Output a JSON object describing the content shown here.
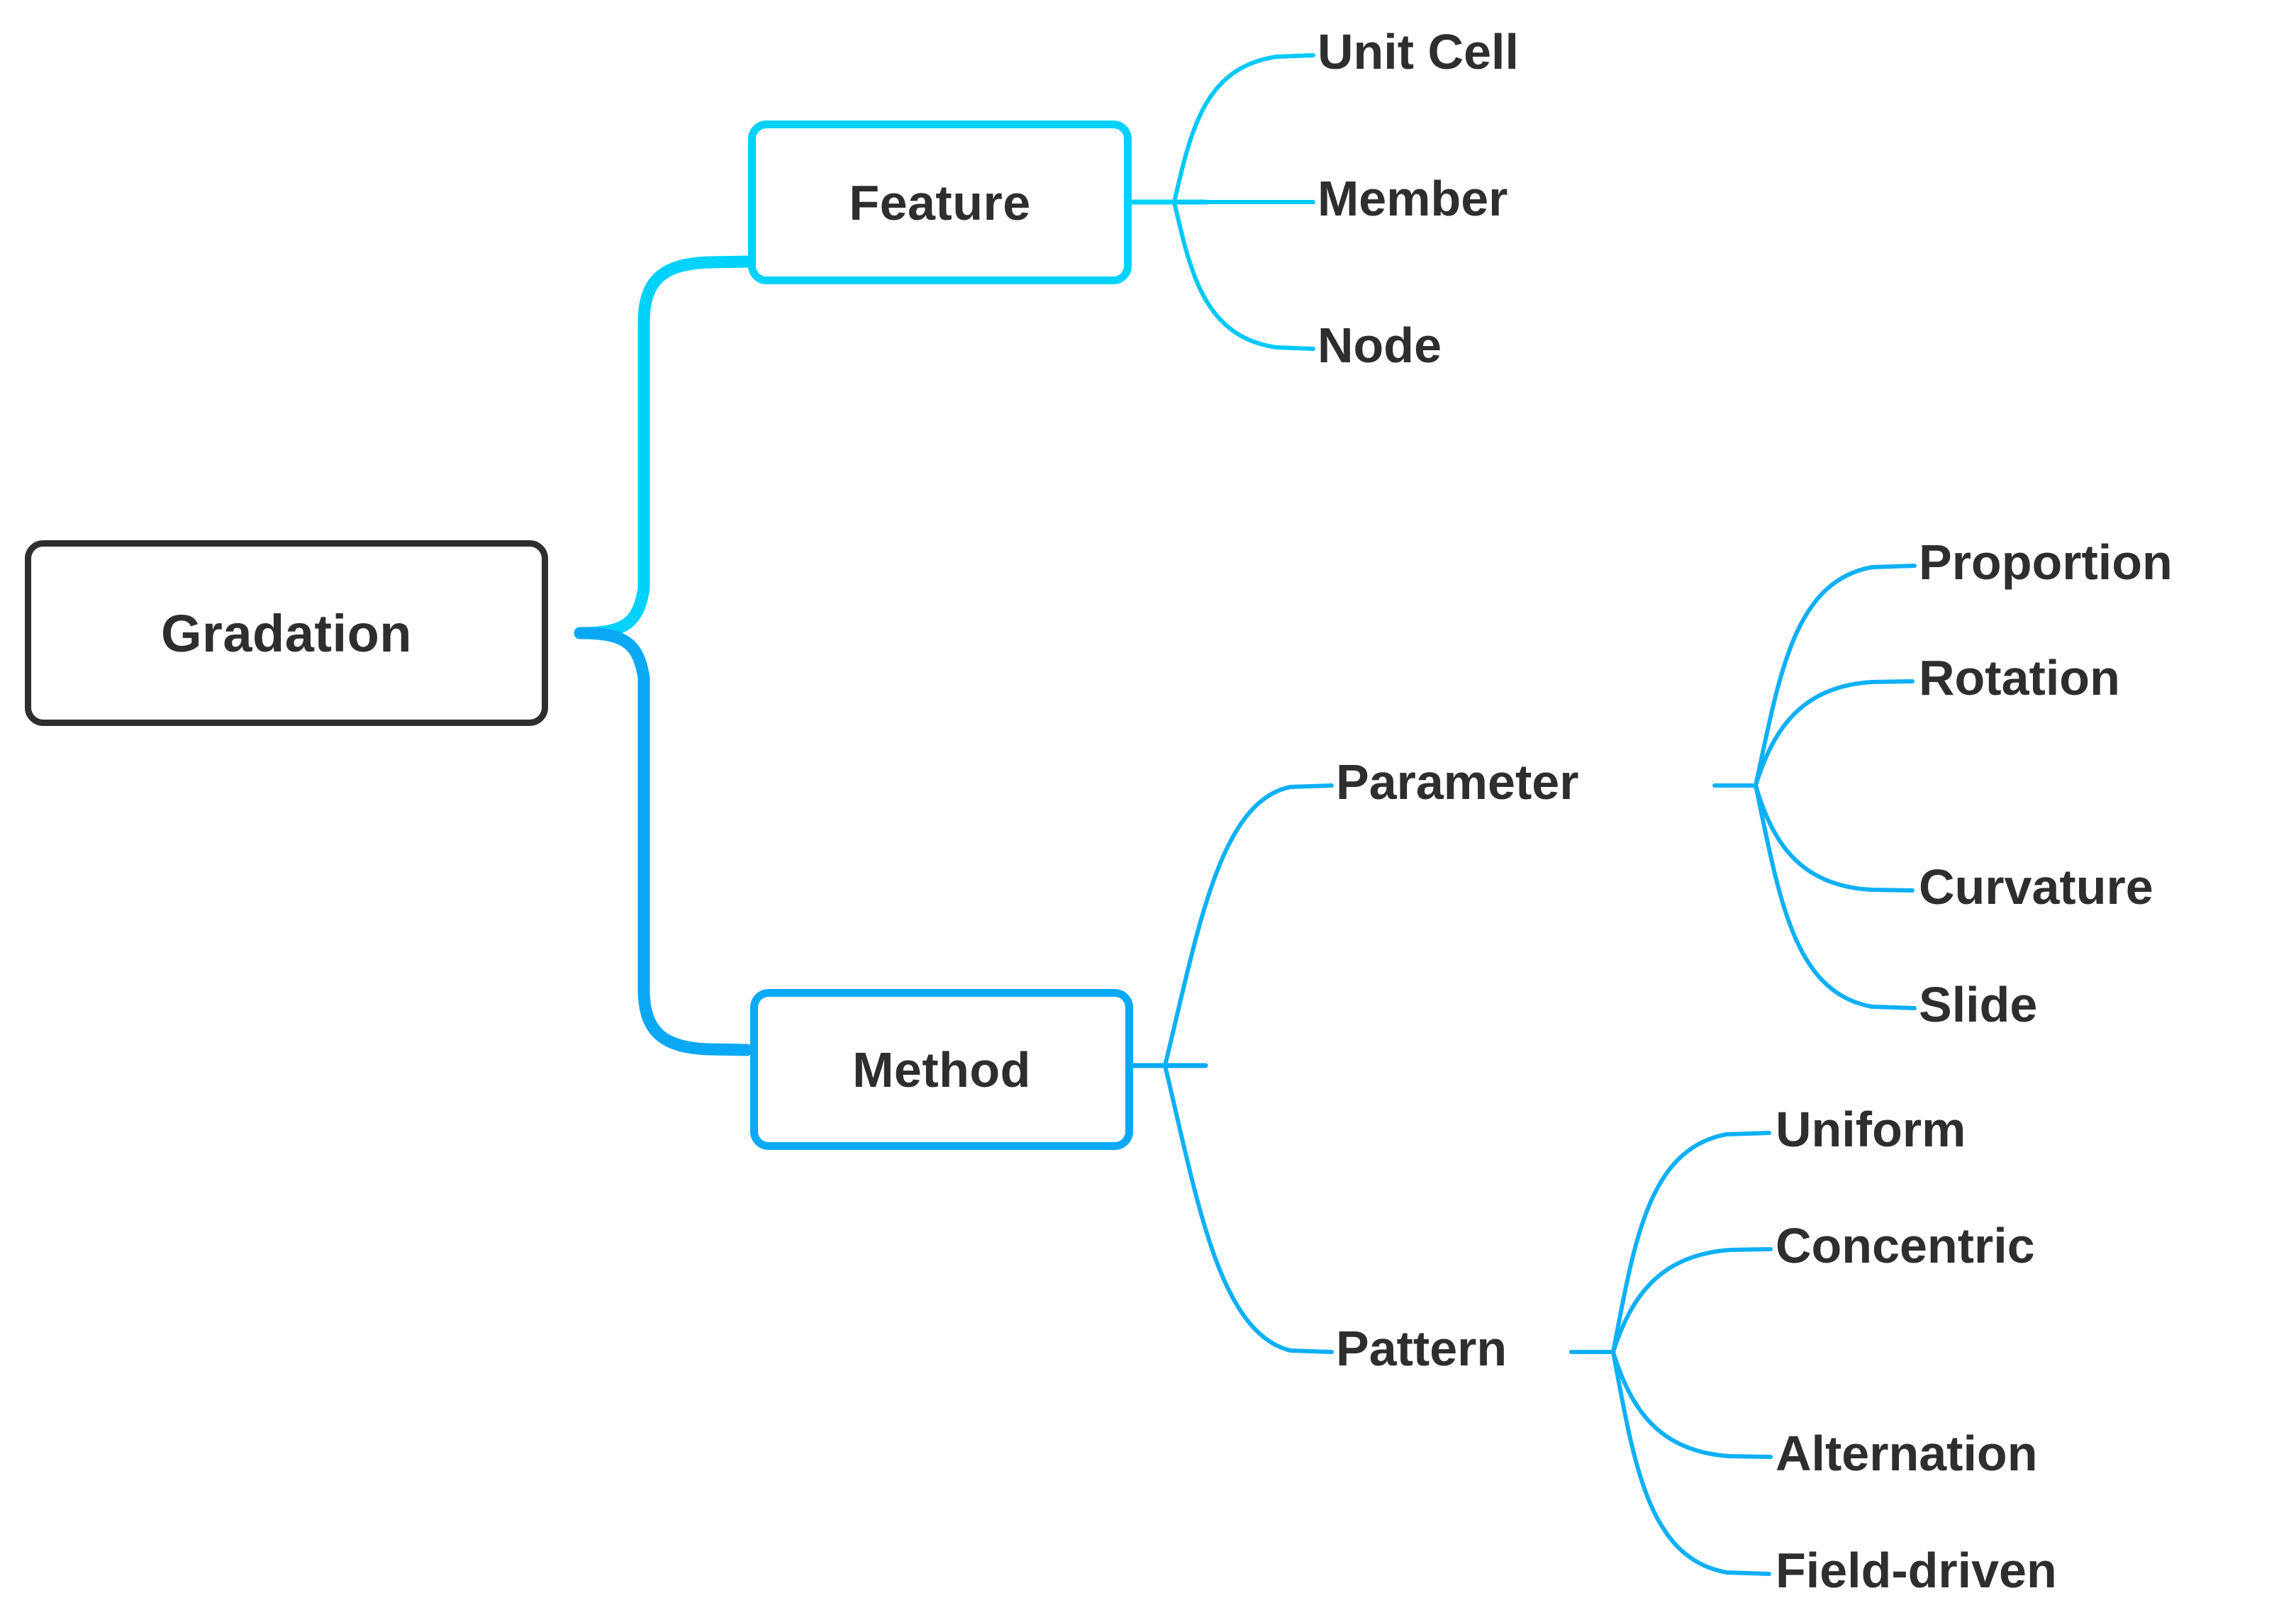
{
  "diagram": {
    "title": "Gradation",
    "type": "mind-map",
    "background_color": "#ffffff",
    "text_color": "#2e2e2e",
    "colors": {
      "root_stroke": "#2e2e2e",
      "branch_upper": "#00d2fb",
      "branch_lower": "#09a9f6"
    },
    "root": {
      "label": "Gradation",
      "box": true
    },
    "branches": [
      {
        "label": "Feature",
        "box": true,
        "color": "#00d2fb",
        "children": [
          {
            "label": "Unit Cell"
          },
          {
            "label": "Member"
          },
          {
            "label": "Node"
          }
        ]
      },
      {
        "label": "Method",
        "box": true,
        "color": "#09a9f6",
        "children": [
          {
            "label": "Parameter",
            "box": false,
            "children": [
              {
                "label": "Proportion"
              },
              {
                "label": "Rotation"
              },
              {
                "label": "Curvature"
              },
              {
                "label": "Slide"
              }
            ]
          },
          {
            "label": "Pattern",
            "box": false,
            "children": [
              {
                "label": "Uniform"
              },
              {
                "label": "Concentric"
              },
              {
                "label": "Alternation"
              },
              {
                "label": "Field-driven"
              }
            ]
          }
        ]
      }
    ]
  }
}
